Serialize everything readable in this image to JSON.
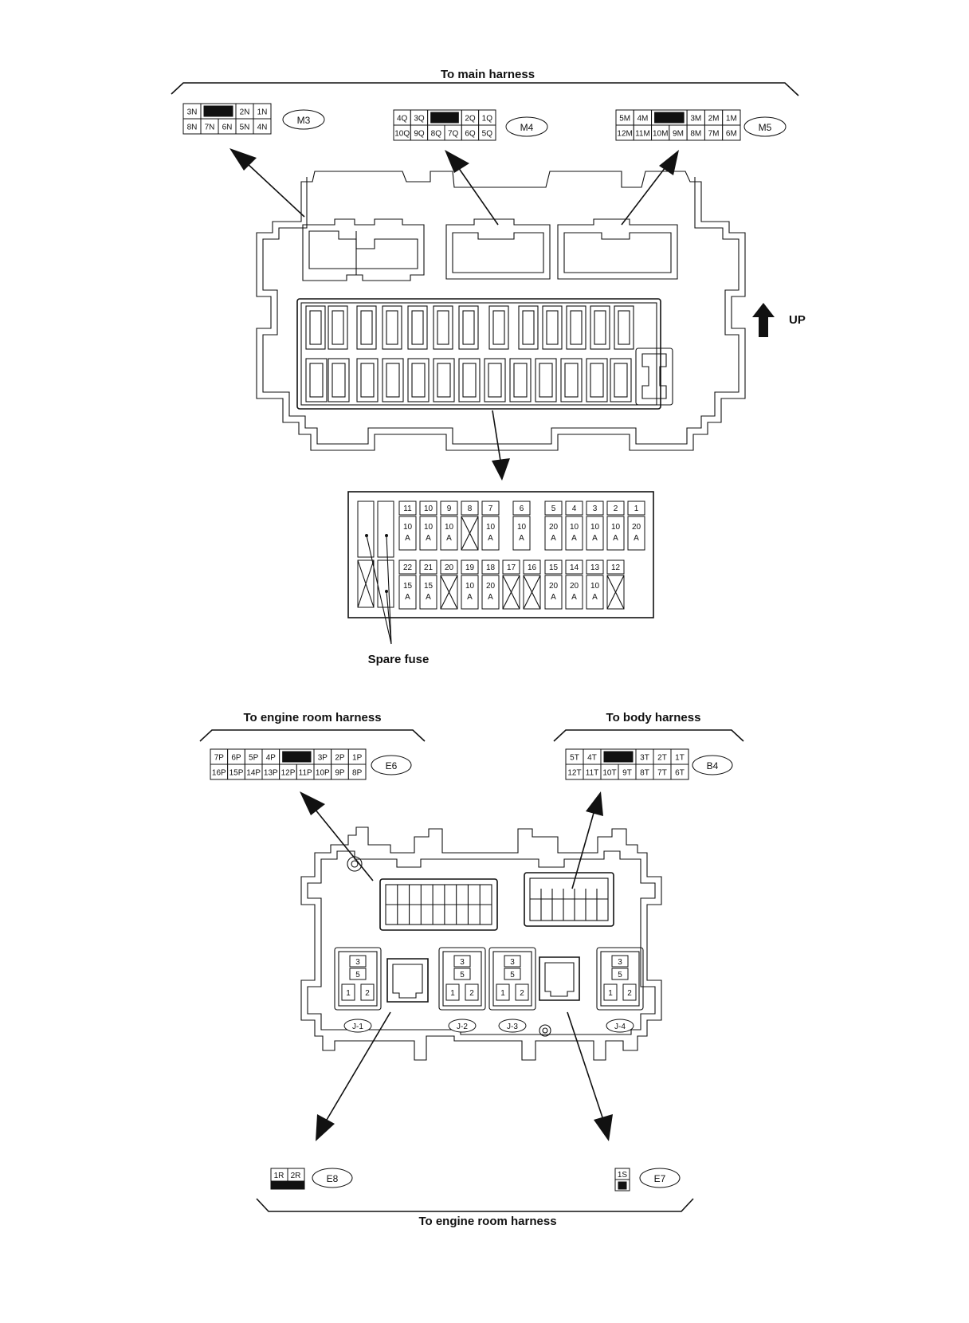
{
  "labels": {
    "main_harness": "To main harness",
    "up": "UP",
    "spare_fuse": "Spare fuse",
    "engine_room_harness_top": "To engine room harness",
    "body_harness": "To body harness",
    "engine_room_harness_bottom": "To engine room harness"
  },
  "connectors": {
    "M3": {
      "id": "M3",
      "top": [
        "3N",
        "",
        "2N",
        "1N"
      ],
      "bottom": [
        "8N",
        "7N",
        "6N",
        "5N",
        "4N"
      ]
    },
    "M4": {
      "id": "M4",
      "top": [
        "4Q",
        "3Q",
        "",
        "2Q",
        "1Q"
      ],
      "bottom": [
        "10Q",
        "9Q",
        "8Q",
        "7Q",
        "6Q",
        "5Q"
      ]
    },
    "M5": {
      "id": "M5",
      "top": [
        "5M",
        "4M",
        "",
        "3M",
        "2M",
        "1M"
      ],
      "bottom": [
        "12M",
        "11M",
        "10M",
        "9M",
        "8M",
        "7M",
        "6M"
      ]
    },
    "E6": {
      "id": "E6",
      "top": [
        "7P",
        "6P",
        "5P",
        "4P",
        "",
        "3P",
        "2P",
        "1P"
      ],
      "bottom": [
        "16P",
        "15P",
        "14P",
        "13P",
        "12P",
        "11P",
        "10P",
        "9P",
        "8P"
      ]
    },
    "B4": {
      "id": "B4",
      "top": [
        "5T",
        "4T",
        "",
        "3T",
        "2T",
        "1T"
      ],
      "bottom": [
        "12T",
        "11T",
        "10T",
        "9T",
        "8T",
        "7T",
        "6T"
      ]
    },
    "E8": {
      "id": "E8",
      "pins": [
        "1R",
        "2R"
      ]
    },
    "E7": {
      "id": "E7",
      "pins": [
        "1S"
      ]
    }
  },
  "fuses": {
    "row1": [
      {
        "num": "11",
        "amp": "10",
        "unit": "A"
      },
      {
        "num": "10",
        "amp": "10",
        "unit": "A"
      },
      {
        "num": "9",
        "amp": "10",
        "unit": "A"
      },
      {
        "num": "8",
        "amp": "",
        "unit": ""
      },
      {
        "num": "7",
        "amp": "10",
        "unit": "A"
      },
      {
        "num": "6",
        "amp": "10",
        "unit": "A"
      },
      {
        "num": "5",
        "amp": "20",
        "unit": "A"
      },
      {
        "num": "4",
        "amp": "10",
        "unit": "A"
      },
      {
        "num": "3",
        "amp": "10",
        "unit": "A"
      },
      {
        "num": "2",
        "amp": "10",
        "unit": "A"
      },
      {
        "num": "1",
        "amp": "20",
        "unit": "A"
      }
    ],
    "row2": [
      {
        "num": "22",
        "amp": "15",
        "unit": "A"
      },
      {
        "num": "21",
        "amp": "15",
        "unit": "A"
      },
      {
        "num": "20",
        "amp": "",
        "unit": ""
      },
      {
        "num": "19",
        "amp": "10",
        "unit": "A"
      },
      {
        "num": "18",
        "amp": "20",
        "unit": "A"
      },
      {
        "num": "17",
        "amp": "",
        "unit": ""
      },
      {
        "num": "16",
        "amp": "",
        "unit": ""
      },
      {
        "num": "15",
        "amp": "20",
        "unit": "A"
      },
      {
        "num": "14",
        "amp": "20",
        "unit": "A"
      },
      {
        "num": "13",
        "amp": "10",
        "unit": "A"
      },
      {
        "num": "12",
        "amp": "",
        "unit": ""
      }
    ]
  },
  "joints": [
    {
      "id": "J-1",
      "a": "3",
      "b": "5",
      "c": "1",
      "d": "2"
    },
    {
      "id": "J-2",
      "a": "3",
      "b": "5",
      "c": "1",
      "d": "2"
    },
    {
      "id": "J-3",
      "a": "3",
      "b": "5",
      "c": "1",
      "d": "2"
    },
    {
      "id": "J-4",
      "a": "3",
      "b": "5",
      "c": "1",
      "d": "2"
    }
  ]
}
